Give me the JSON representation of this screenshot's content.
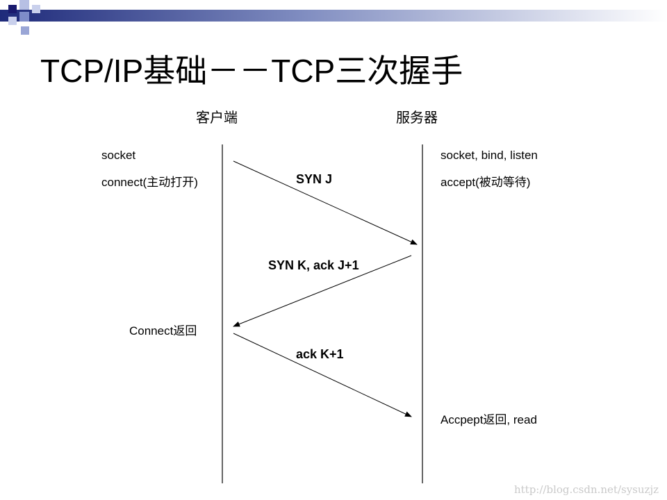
{
  "title": "TCP/IP基础－－TCP三次握手",
  "client": {
    "header": "客户端",
    "steps": [
      "socket",
      "connect(主动打开)",
      "Connect返回"
    ]
  },
  "server": {
    "header": "服务器",
    "steps": [
      "socket, bind, listen",
      "accept(被动等待)",
      "Accpept返回, read"
    ]
  },
  "messages": [
    {
      "label": "SYN J",
      "from": "client",
      "to": "server"
    },
    {
      "label": "SYN K, ack J+1",
      "from": "server",
      "to": "client"
    },
    {
      "label": "ack K+1",
      "from": "client",
      "to": "server"
    }
  ],
  "watermark": "http://blog.csdn.net/sysuzjz",
  "colors": {
    "banner_dark": "#1a1a6e",
    "banner_mid": "#5b6aa8",
    "square_light": "#9aa6d6"
  }
}
